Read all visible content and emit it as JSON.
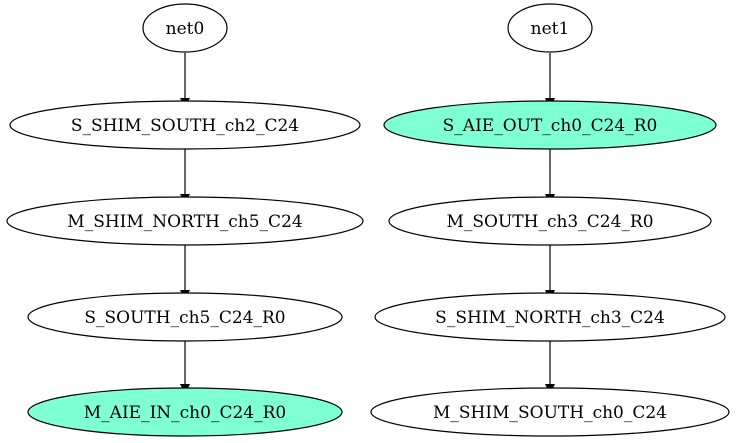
{
  "colors": {
    "highlight_fill": "#7fffd4",
    "default_fill": "#ffffff",
    "stroke": "#000000"
  },
  "nets": [
    {
      "name": "net0",
      "nodes": [
        {
          "label": "S_SHIM_SOUTH_ch2_C24",
          "highlighted": false
        },
        {
          "label": "M_SHIM_NORTH_ch5_C24",
          "highlighted": false
        },
        {
          "label": "S_SOUTH_ch5_C24_R0",
          "highlighted": false
        },
        {
          "label": "M_AIE_IN_ch0_C24_R0",
          "highlighted": true
        }
      ]
    },
    {
      "name": "net1",
      "nodes": [
        {
          "label": "S_AIE_OUT_ch0_C24_R0",
          "highlighted": true
        },
        {
          "label": "M_SOUTH_ch3_C24_R0",
          "highlighted": false
        },
        {
          "label": "S_SHIM_NORTH_ch3_C24",
          "highlighted": false
        },
        {
          "label": "M_SHIM_SOUTH_ch0_C24",
          "highlighted": false
        }
      ]
    }
  ]
}
